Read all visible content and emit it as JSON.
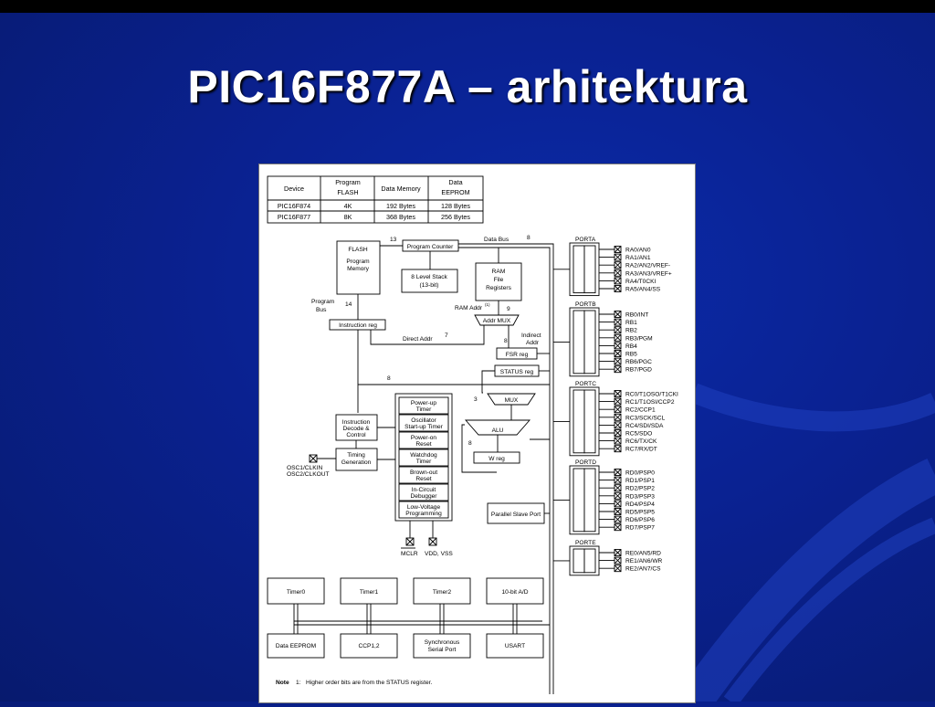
{
  "title": "PIC16F877A – arhitektura",
  "table": {
    "headers": [
      "Device",
      "Program\nFLASH",
      "Data Memory",
      "Data\nEEPROM"
    ],
    "rows": [
      [
        "PIC16F874",
        "4K",
        "192 Bytes",
        "128 Bytes"
      ],
      [
        "PIC16F877",
        "8K",
        "368 Bytes",
        "256 Bytes"
      ]
    ]
  },
  "blocks": {
    "flash": [
      "FLASH",
      "Program",
      "Memory"
    ],
    "program_counter": "Program Counter",
    "stack": [
      "8 Level Stack",
      "(13-bit)"
    ],
    "ram": [
      "RAM",
      "File",
      "Registers"
    ],
    "instruction_reg": "Instruction reg",
    "addr_mux": "Addr MUX",
    "fsr_reg": "FSR reg",
    "status_reg": "STATUS reg",
    "mux": "MUX",
    "alu": "ALU",
    "w_reg": "W reg",
    "instruction_decode": [
      "Instruction",
      "Decode &",
      "Control"
    ],
    "timing_generation": [
      "Timing",
      "Generation"
    ],
    "parallel_slave_port": "Parallel Slave Port",
    "power_blocks": [
      [
        "Power-up",
        "Timer"
      ],
      [
        "Oscillator",
        "Start-up Timer"
      ],
      [
        "Power-on",
        "Reset"
      ],
      [
        "Watchdog",
        "Timer"
      ],
      [
        "Brown-out",
        "Reset"
      ],
      [
        "In-Circuit",
        "Debugger"
      ],
      [
        "Low-Voltage",
        "Programming"
      ]
    ],
    "bottom_row1": [
      "Timer0",
      "Timer1",
      "Timer2",
      "10-bit A/D"
    ],
    "bottom_row2": [
      "Data EEPROM",
      "CCP1,2",
      [
        "Synchronous",
        "Serial Port"
      ],
      "USART"
    ]
  },
  "labels": {
    "data_bus": "Data Bus",
    "program_bus": [
      "Program",
      "Bus"
    ],
    "ram_addr": "RAM Addr",
    "ram_addr_note": "(1)",
    "direct_addr": "Direct Addr",
    "indirect_addr": [
      "Indirect",
      "Addr"
    ],
    "osc": [
      "OSC1/CLKIN",
      "OSC2/CLKOUT"
    ],
    "mclr": "MCLR",
    "vdd_vss": "VDD, VSS",
    "n13": "13",
    "n8a": "8",
    "n14": "14",
    "n9": "9",
    "n8b": "8",
    "n7": "7",
    "n8c": "8",
    "n3": "3",
    "n8d": "8"
  },
  "ports": [
    {
      "name": "PORTA",
      "pins": [
        "RA0/AN0",
        "RA1/AN1",
        "RA2/AN2/VREF-",
        "RA3/AN3/VREF+",
        "RA4/T0CKI",
        "RA5/AN4/SS"
      ]
    },
    {
      "name": "PORTB",
      "pins": [
        "RB0/INT",
        "RB1",
        "RB2",
        "RB3/PGM",
        "RB4",
        "RB5",
        "RB6/PGC",
        "RB7/PGD"
      ]
    },
    {
      "name": "PORTC",
      "pins": [
        "RC0/T1OSO/T1CKI",
        "RC1/T1OSI/CCP2",
        "RC2/CCP1",
        "RC3/SCK/SCL",
        "RC4/SDI/SDA",
        "RC5/SDO",
        "RC6/TX/CK",
        "RC7/RX/DT"
      ]
    },
    {
      "name": "PORTD",
      "pins": [
        "RD0/PSP0",
        "RD1/PSP1",
        "RD2/PSP2",
        "RD3/PSP3",
        "RD4/PSP4",
        "RD5/PSP5",
        "RD6/PSP6",
        "RD7/PSP7"
      ]
    },
    {
      "name": "PORTE",
      "pins": [
        "RE0/AN5/RD",
        "RE1/AN6/WR",
        "RE2/AN7/CS"
      ]
    }
  ],
  "note": {
    "label": "Note",
    "number": "1:",
    "text": "Higher order bits are from the STATUS register."
  }
}
